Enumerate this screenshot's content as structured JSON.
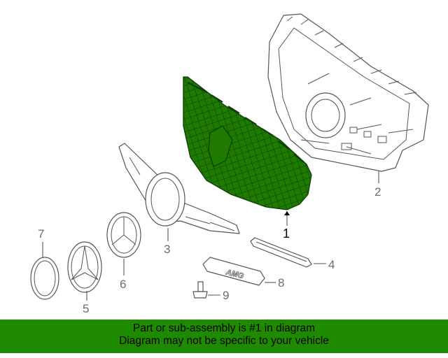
{
  "diagram": {
    "highlight_color": "#1e7a00",
    "callouts": [
      {
        "id": "1",
        "label": "1"
      },
      {
        "id": "2",
        "label": "2"
      },
      {
        "id": "3",
        "label": "3"
      },
      {
        "id": "4",
        "label": "4"
      },
      {
        "id": "5",
        "label": "5"
      },
      {
        "id": "6",
        "label": "6"
      },
      {
        "id": "7",
        "label": "7"
      },
      {
        "id": "8",
        "label": "8"
      },
      {
        "id": "9",
        "label": "9"
      }
    ],
    "emblem_text": "AMG"
  },
  "banner": {
    "line1": "Part or sub-assembly is #1 in diagram",
    "line2": "Diagram may not be specific to your vehicle",
    "color": "#1e8a00"
  }
}
